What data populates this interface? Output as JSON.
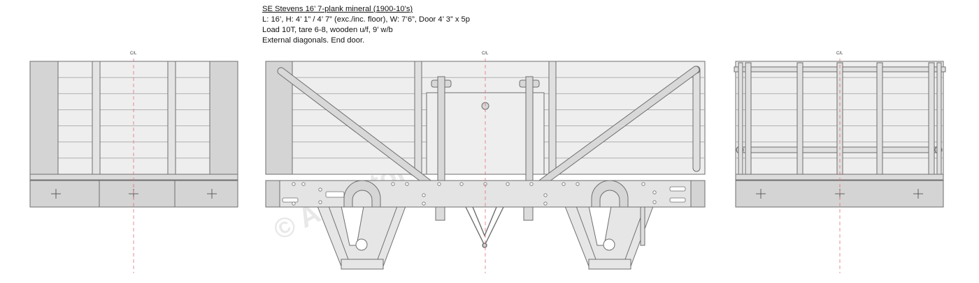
{
  "title": "SE Stevens  16’ 7-plank mineral (1900-10’s)",
  "spec_lines": [
    "L: 16’,  H: 4’ 1” / 4’ 7” (exc./inc. floor), W: 7’6”,  Door 4’ 3” x 5p",
    "Load 10T,  tare 6-8,  wooden u/f,   9’ w/b",
    "External diagonals.  End door."
  ],
  "centerline_label": "C/L",
  "watermark": "© AardstormModels.com",
  "colors": {
    "panel": "#eeeeee",
    "plank_line": "#a9a9a9",
    "outline": "#6e6e6e",
    "dark_panel": "#d4d4d4",
    "frame": "#cfcfcf",
    "metal": "#d6d6d6",
    "centerline": "#e0707a"
  },
  "views": {
    "end_left": {
      "planks": 7
    },
    "side": {
      "planks": 7
    },
    "end_right": {
      "planks": 7
    }
  }
}
